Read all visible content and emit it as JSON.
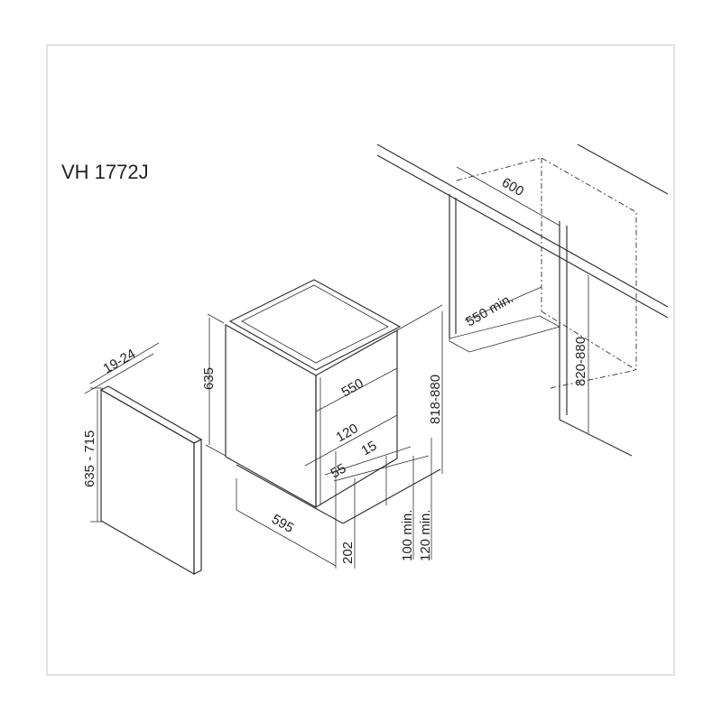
{
  "model": "VH 1772J",
  "colors": {
    "frame": "#d9d9d9",
    "lid": "#a8a8a8",
    "line": "#333333"
  },
  "dimensions": {
    "panel_thickness": "19-24",
    "panel_height": "635 - 715",
    "appliance_height": "635",
    "depth": "550",
    "total_height": "818-880",
    "plinth_depth": "120",
    "plinth_gap": "15",
    "plinth_offset": "55",
    "width": "595",
    "foot_height": "202",
    "plinth_min_100": "100 min.",
    "plinth_min_120": "120 min.",
    "niche_width": "600",
    "niche_depth": "550 min.",
    "niche_height": "820-880"
  }
}
